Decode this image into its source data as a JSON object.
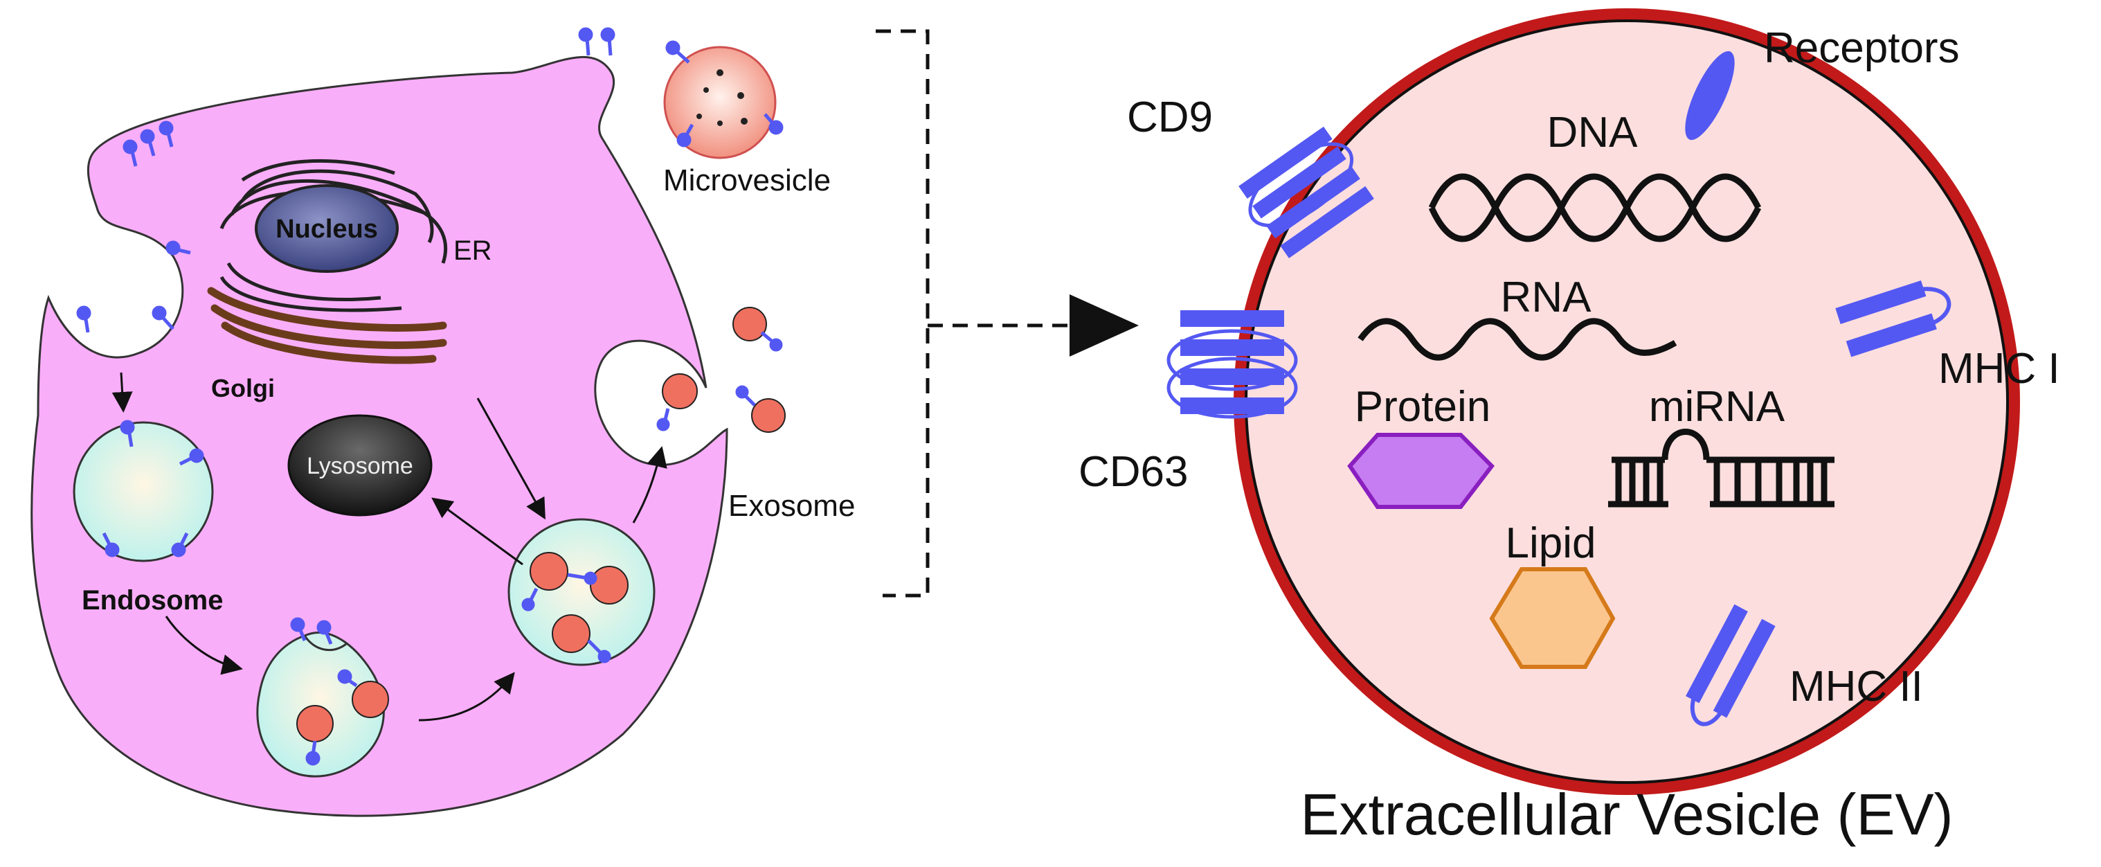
{
  "labels": {
    "nucleus": "Nucleus",
    "er": "ER",
    "golgi": "Golgi",
    "lysosome": "Lysosome",
    "endosome": "Endosome",
    "microvesicle": "Microvesicle",
    "exosome": "Exosome",
    "cd9": "CD9",
    "cd63": "CD63",
    "receptors": "Receptors",
    "dna": "DNA",
    "rna": "RNA",
    "protein": "Protein",
    "mirna": "miRNA",
    "lipid": "Lipid",
    "mhc1": "MHC I",
    "mhc2": "MHC II",
    "ev_title": "Extracellular Vesicle (EV)"
  },
  "colors": {
    "cell_fill": "#F9AEF9",
    "cell_stroke": "#333333",
    "endosome_fill": "#CFF5F0",
    "vesicle_fill": "#F07060",
    "marker_blue": "#5458F2",
    "ev_membrane": "#C21A1A",
    "ev_fill": "#FCDEDE",
    "protein_fill": "#C77DF2",
    "protein_stroke": "#8A1FC0",
    "lipid_fill": "#FBC58E",
    "lipid_stroke": "#D57A1A",
    "nucleus_fill": "#4D5593",
    "lysosome_fill": "#2B2B2B",
    "golgi_stroke": "#6B3C1C"
  }
}
